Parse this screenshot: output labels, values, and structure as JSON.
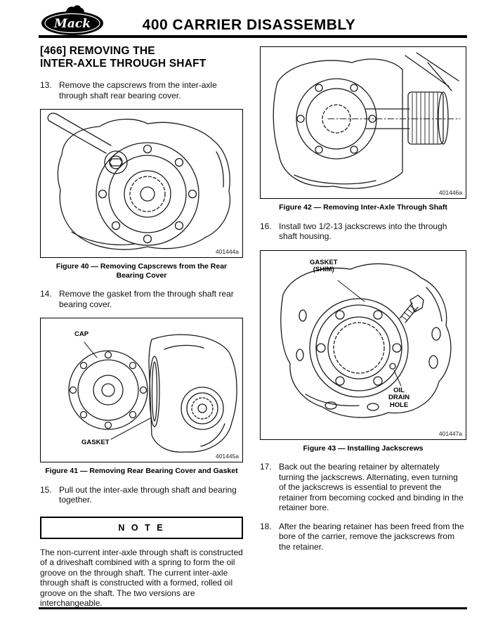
{
  "header": {
    "logo": "Mack",
    "title": "400 CARRIER DISASSEMBLY"
  },
  "section": {
    "heading": "[466] REMOVING THE\nINTER-AXLE THROUGH SHAFT"
  },
  "steps": {
    "s13": {
      "num": "13.",
      "text": "Remove the capscrews from the inter-axle through shaft rear bearing cover."
    },
    "s14": {
      "num": "14.",
      "text": "Remove the gasket from the through shaft rear bearing cover."
    },
    "s15": {
      "num": "15.",
      "text": "Pull out the inter-axle through shaft and bearing together."
    },
    "s16": {
      "num": "16.",
      "text": "Install two 1/2-13 jackscrews into the through shaft housing."
    },
    "s17": {
      "num": "17.",
      "text": "Back out the bearing retainer by alternately turning the jackscrews. Alternating, even turning of the jackscrews is essential to prevent the retainer from becoming cocked and binding in the retainer bore."
    },
    "s18": {
      "num": "18.",
      "text": "After the bearing retainer has been freed from the bore of the carrier, remove the jackscrews from the retainer."
    }
  },
  "figures": {
    "f40": {
      "ref": "401444a",
      "caption": "Figure 40 — Removing Capscrews from the Rear\nBearing Cover"
    },
    "f41": {
      "ref": "401445a",
      "caption": "Figure 41 — Removing Rear Bearing Cover and Gasket",
      "label_cap": "CAP",
      "label_gasket": "GASKET"
    },
    "f42": {
      "ref": "401446a",
      "caption": "Figure 42 — Removing Inter-Axle Through Shaft"
    },
    "f43": {
      "ref": "401447a",
      "caption": "Figure 43 — Installing Jackscrews",
      "label_gasket_shim": "GASKET\n(SHIM)",
      "label_oil_drain": "OIL\nDRAIN\nHOLE"
    }
  },
  "note": {
    "title": "N O T E",
    "body": "The non-current inter-axle through shaft is constructed of a driveshaft combined with a spring to form the oil groove on the through shaft. The current inter-axle through shaft is constructed with a formed, rolled oil groove on the shaft. The two versions are interchangeable."
  }
}
